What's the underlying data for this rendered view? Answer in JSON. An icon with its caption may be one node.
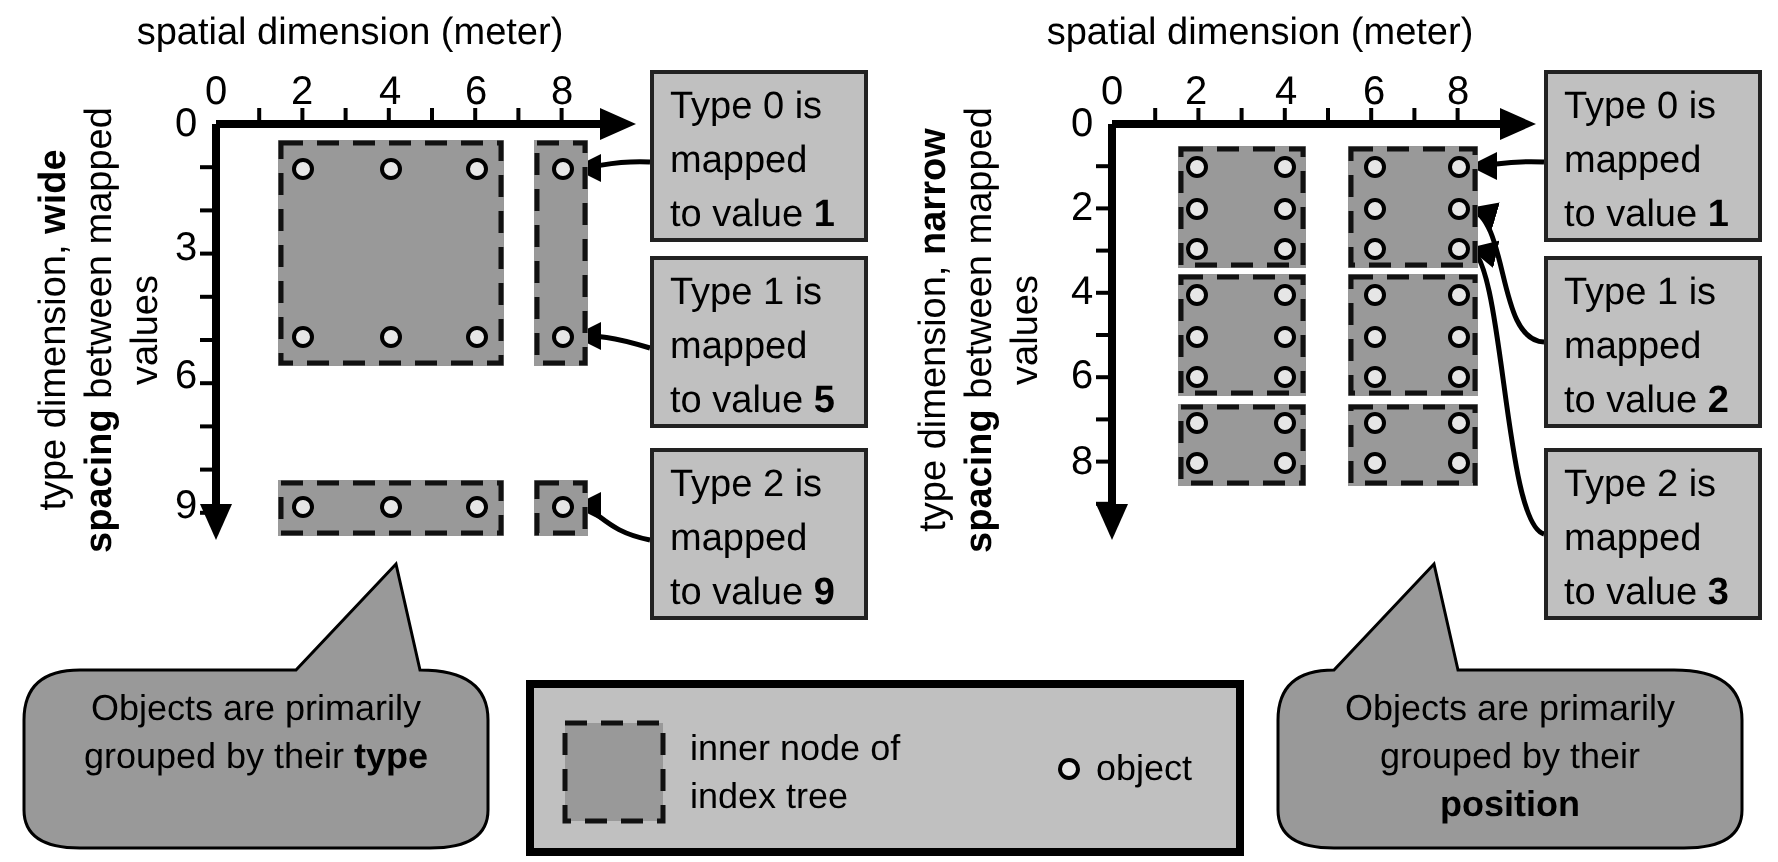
{
  "diagram": {
    "nodes": [
      {
        "text": [
          "Type 0 is mapped to value **1**"
        ]
      },
      {
        "text": [
          "Type 1 is mapped to value **5**"
        ]
      },
      {
        "text": [
          "Type 2 is mapped to value **9**"
        ]
      },
      {
        "text": [],
        "shape": "box"
      },
      {
        "text": [],
        "shape": "circle",
        "in": 3
      },
      {
        "text": [],
        "shape": "circle",
        "in": 3
      },
      {
        "text": [],
        "shape": "circle",
        "in": 3
      },
      {
        "text": [],
        "shape": "circle",
        "in": 3
      },
      {
        "text": [],
        "shape": "circle",
        "in": 3
      },
      {
        "text": [],
        "shape": "circle",
        "in": 3
      },
      {
        "text": [],
        "shape": "box"
      },
      {
        "text": [],
        "shape": "circle",
        "in": 10
      },
      {
        "text": [],
        "shape": "circle",
        "in": 10
      },
      {
        "text": [],
        "shape": "box"
      },
      {
        "text": [],
        "shape": "circle",
        "in": 13
      },
      {
        "text": [],
        "shape": "circle",
        "in": 13
      },
      {
        "text": [],
        "shape": "circle",
        "in": 13
      },
      {
        "text": [],
        "shape": "box"
      },
      {
        "text": [],
        "shape": "circle",
        "in": 17
      },
      {
        "text": [
          "Objects are primarily grouped by their **type**"
        ]
      },
      {
        "text": [
          "Type 0 is mapped to value **1**"
        ]
      },
      {
        "text": [
          "Type 1 is mapped to value **2**"
        ]
      },
      {
        "text": [
          "Type 2 is mapped to value **3**"
        ]
      },
      {
        "text": [],
        "shape": "box"
      },
      {
        "text": [],
        "shape": "circle",
        "in": 23
      },
      {
        "text": [],
        "shape": "circle",
        "in": 23
      },
      {
        "text": [],
        "shape": "circle",
        "in": 23
      },
      {
        "text": [],
        "shape": "circle",
        "in": 23
      },
      {
        "text": [],
        "shape": "circle",
        "in": 23
      },
      {
        "text": [],
        "shape": "circle",
        "in": 23
      },
      {
        "text": [],
        "shape": "box"
      },
      {
        "text": [],
        "shape": "circle",
        "in": 30
      },
      {
        "text": [],
        "shape": "circle",
        "in": 30
      },
      {
        "text": [],
        "shape": "circle",
        "in": 30
      },
      {
        "text": [],
        "shape": "circle",
        "in": 30
      },
      {
        "text": [],
        "shape": "circle",
        "in": 30
      },
      {
        "text": [],
        "shape": "circle",
        "in": 30
      },
      {
        "text": [],
        "shape": "box"
      },
      {
        "text": [],
        "shape": "circle",
        "in": 37
      },
      {
        "text": [],
        "shape": "circle",
        "in": 37
      },
      {
        "text": [],
        "shape": "circle",
        "in": 37
      },
      {
        "text": [],
        "shape": "circle",
        "in": 37
      },
      {
        "text": [],
        "shape": "circle",
        "in": 37
      },
      {
        "text": [],
        "shape": "circle",
        "in": 37
      },
      {
        "text": [],
        "shape": "box"
      },
      {
        "text": [],
        "shape": "circle",
        "in": 44
      },
      {
        "text": [],
        "shape": "circle",
        "in": 44
      },
      {
        "text": [],
        "shape": "circle",
        "in": 44
      },
      {
        "text": [],
        "shape": "circle",
        "in": 44
      },
      {
        "text": [],
        "shape": "circle",
        "in": 44
      },
      {
        "text": [],
        "shape": "circle",
        "in": 44
      },
      {
        "text": [],
        "shape": "box"
      },
      {
        "text": [],
        "shape": "circle",
        "in": 51
      },
      {
        "text": [],
        "shape": "circle",
        "in": 51
      },
      {
        "text": [],
        "shape": "circle",
        "in": 51
      },
      {
        "text": [],
        "shape": "circle",
        "in": 51
      },
      {
        "text": [],
        "shape": "box"
      },
      {
        "text": [],
        "shape": "circle",
        "in": 56
      },
      {
        "text": [],
        "shape": "circle",
        "in": 56
      },
      {
        "text": [],
        "shape": "circle",
        "in": 56
      },
      {
        "text": [],
        "shape": "circle",
        "in": 56
      },
      {
        "text": [
          "Objects are primarily grouped by their **position**"
        ]
      }
    ],
    "edges": [
      {
        "from": 0,
        "to": 11,
        "arrow": "to"
      },
      {
        "from": 1,
        "to": 12,
        "arrow": "to"
      },
      {
        "from": 2,
        "to": 18,
        "arrow": "to"
      },
      {
        "from": 20,
        "to": 32,
        "arrow": "to"
      },
      {
        "from": 21,
        "to": 34,
        "arrow": "to"
      },
      {
        "from": 22,
        "to": 36,
        "arrow": "to"
      }
    ],
    "labels": [
      "spatial dimension (meter)",
      "0",
      "2",
      "4",
      "6",
      "8",
      "0",
      "3",
      "6",
      "9",
      "type dimension, **wide spacing** between mapped values",
      "spatial dimension (meter)",
      "0",
      "2",
      "4",
      "6",
      "8",
      "0",
      "2",
      "4",
      "6",
      "8",
      "type dimension, **narrow spacing** between mapped values"
    ],
    "legend": [
      {
        "text": "inner node of index tree"
      },
      {
        "text": "object"
      }
    ]
  }
}
